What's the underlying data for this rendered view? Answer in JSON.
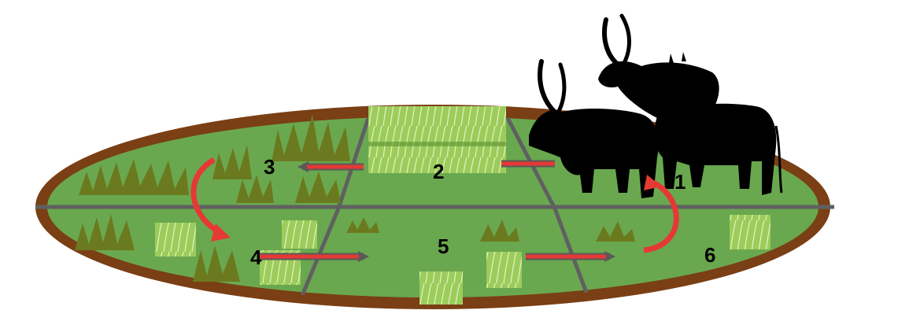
{
  "diagram": {
    "paddock_labels": [
      "1",
      "2",
      "3",
      "4",
      "5",
      "6"
    ],
    "colors": {
      "background": "#ffffff",
      "pasture": "#6aa84f",
      "border": "#7a3f14",
      "fence": "#606060",
      "arrow": "#e53935",
      "grass_tall": "#6b7a1f",
      "grass_fresh": "#9ccc5a",
      "cattle": "#000000"
    },
    "icons": [
      "cattle-silhouette-icon",
      "grass-tuft-icon",
      "fresh-grass-patch-icon",
      "rotation-arrow-icon"
    ]
  }
}
